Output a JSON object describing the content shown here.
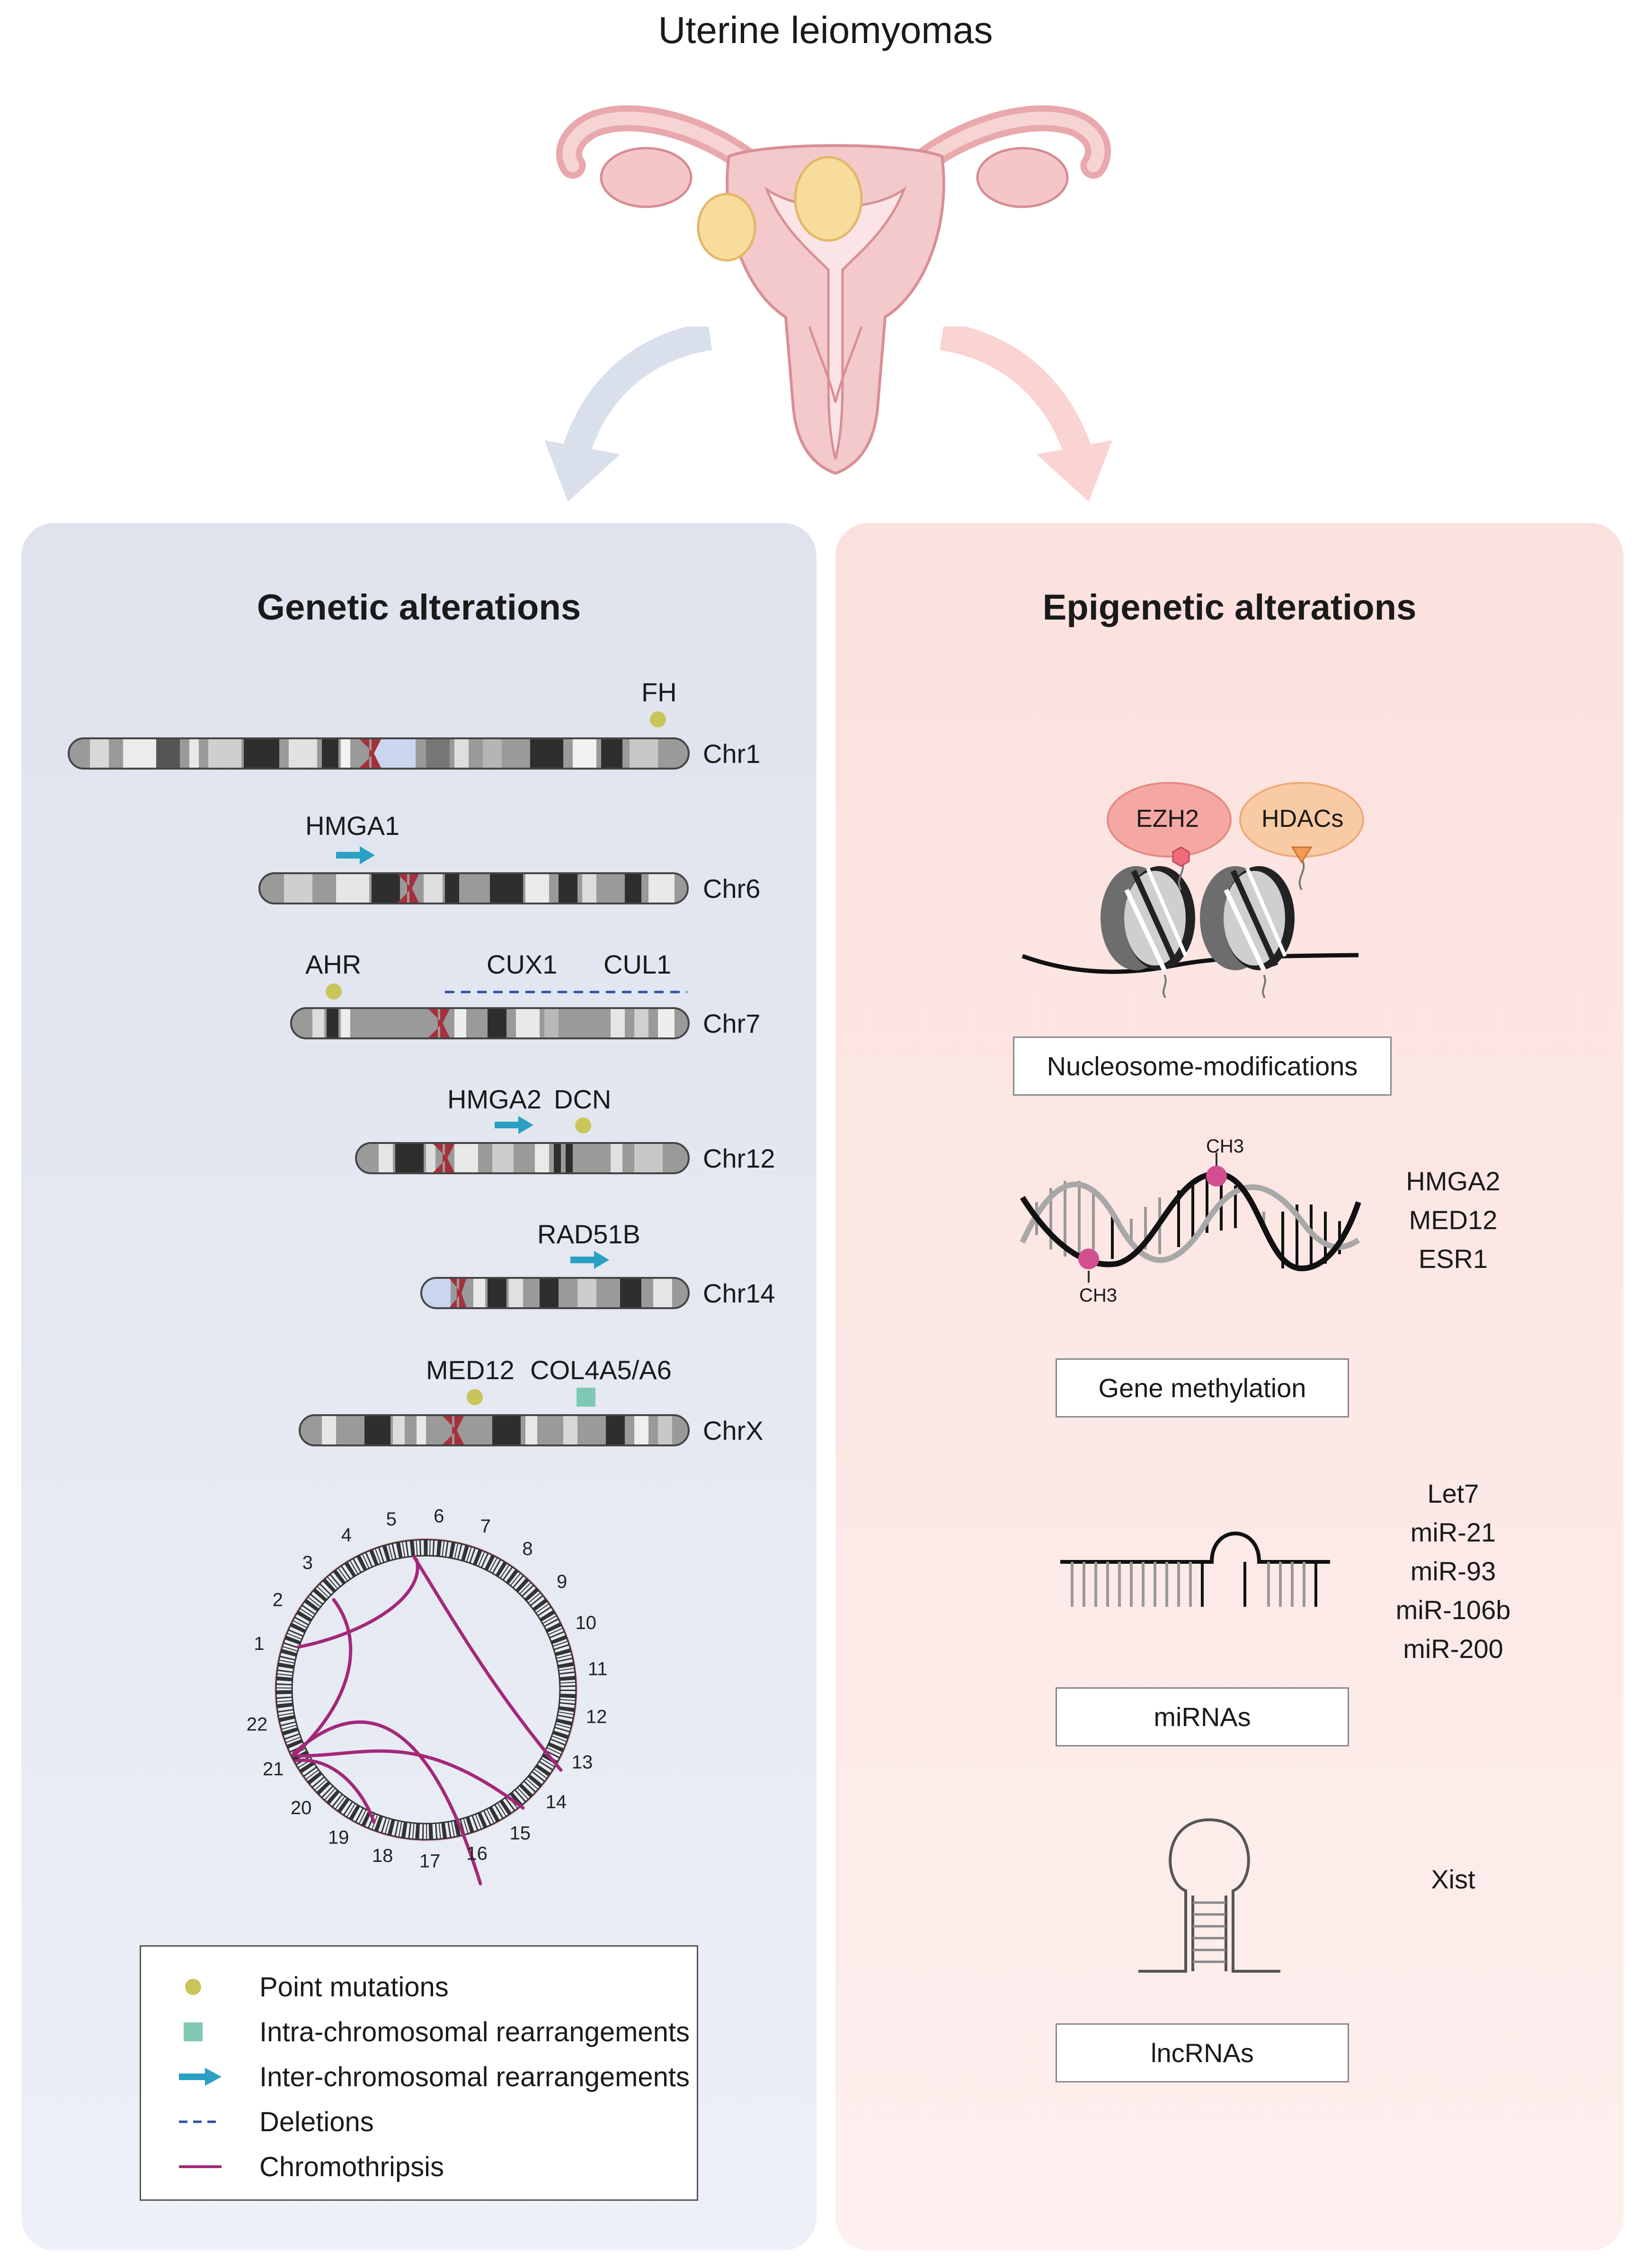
{
  "title": "Uterine leiomyomas",
  "genetic": {
    "heading": "Genetic alterations",
    "chromosomes": [
      {
        "id": "chr1",
        "label": "Chr1",
        "genes": [
          {
            "name": "FH",
            "mark": "point"
          }
        ]
      },
      {
        "id": "chr6",
        "label": "Chr6",
        "genes": [
          {
            "name": "HMGA1",
            "mark": "arrow"
          }
        ]
      },
      {
        "id": "chr7",
        "label": "Chr7",
        "genes": [
          {
            "name": "AHR",
            "mark": "point"
          },
          {
            "name": "CUX1",
            "mark": "deletion"
          },
          {
            "name": "CUL1",
            "mark": "deletion"
          }
        ]
      },
      {
        "id": "chr12",
        "label": "Chr12",
        "genes": [
          {
            "name": "HMGA2",
            "mark": "arrow"
          },
          {
            "name": "DCN",
            "mark": "point"
          }
        ]
      },
      {
        "id": "chr14",
        "label": "Chr14",
        "genes": [
          {
            "name": "RAD51B",
            "mark": "arrow"
          }
        ]
      },
      {
        "id": "chrx",
        "label": "ChrX",
        "genes": [
          {
            "name": "MED12",
            "mark": "point"
          },
          {
            "name": "COL4A5/A6",
            "mark": "square"
          }
        ]
      }
    ],
    "circos_labels": [
      "1",
      "2",
      "3",
      "4",
      "5",
      "6",
      "7",
      "8",
      "9",
      "10",
      "11",
      "12",
      "13",
      "14",
      "15",
      "16",
      "17",
      "18",
      "19",
      "20",
      "21",
      "22"
    ],
    "legend": [
      {
        "key": "point",
        "label": "Point mutations"
      },
      {
        "key": "square",
        "label": "Intra-chromosomal rearrangements"
      },
      {
        "key": "arrow",
        "label": "Inter-chromosomal rearrangements"
      },
      {
        "key": "deletion",
        "label": "Deletions"
      },
      {
        "key": "chromothripsis",
        "label": "Chromothripsis"
      }
    ]
  },
  "epigenetic": {
    "heading": "Epigenetic alterations",
    "nucleosome": {
      "enzymes": [
        "EZH2",
        "HDACs"
      ],
      "label": "Nucleosome-modifications"
    },
    "methylation": {
      "mark": "CH3",
      "genes": [
        "HMGA2",
        "MED12",
        "ESR1"
      ],
      "label": "Gene methylation"
    },
    "mirnas": {
      "genes": [
        "Let7",
        "miR-21",
        "miR-93",
        "miR-106b",
        "miR-200"
      ],
      "label": "miRNAs"
    },
    "lncrnas": {
      "genes": [
        "Xist"
      ],
      "label": "lncRNAs"
    }
  },
  "colors": {
    "point": "#c9c55a",
    "square": "#7fc9b4",
    "arrow": "#2aa0c4",
    "deletion": "#2c4fa3",
    "chromothripsis": "#a3287a",
    "panel_left": "#dfe3ee",
    "panel_right": "#fbe1de",
    "centromere": "#a6303a"
  }
}
